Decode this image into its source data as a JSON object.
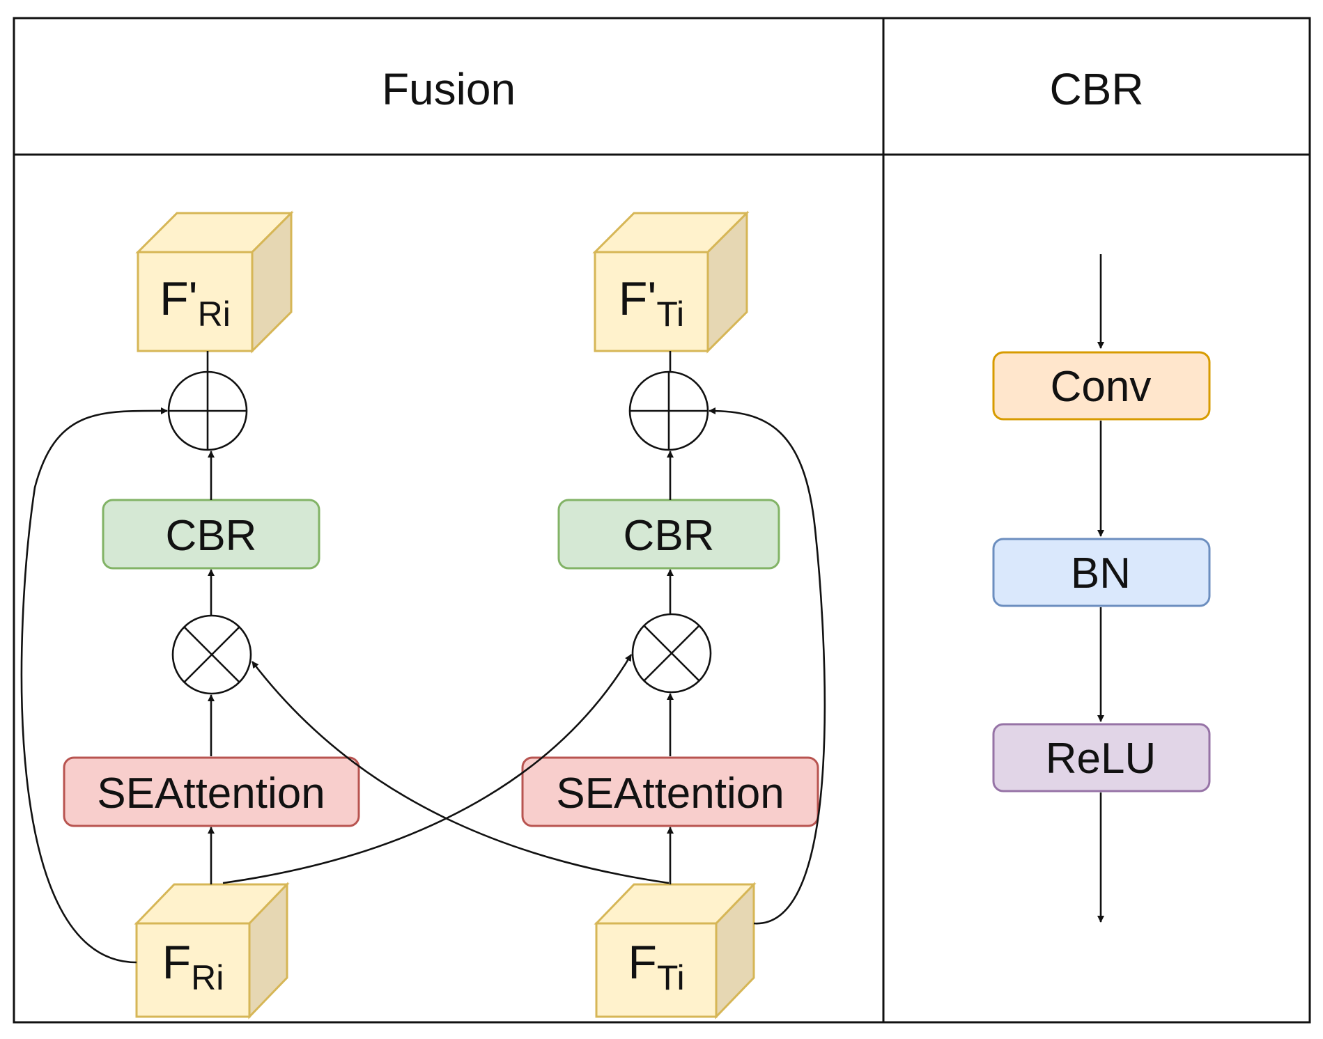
{
  "headers": {
    "fusion": "Fusion",
    "cbr": "CBR"
  },
  "fusion": {
    "left": {
      "output_main": "F'",
      "output_sub": "Ri",
      "cbr_label": "CBR",
      "attention_label": "SEAttention",
      "input_main": "F",
      "input_sub": "Ri"
    },
    "right": {
      "output_main": "F'",
      "output_sub": "Ti",
      "cbr_label": "CBR",
      "attention_label": "SEAttention",
      "input_main": "F",
      "input_sub": "Ti"
    }
  },
  "cbr_block": {
    "steps": [
      "Conv",
      "BN",
      "ReLU"
    ]
  },
  "colors": {
    "cube_front": "#fff2cc",
    "cube_top": "#fff2cc",
    "cube_side": "#e6d7b3",
    "cube_stroke": "#d6b656",
    "cbr_green_fill": "#d5e8d4",
    "cbr_green_stroke": "#82b366",
    "attention_fill": "#f8cecc",
    "attention_stroke": "#b85450",
    "conv_fill": "#ffe6cc",
    "conv_stroke": "#d79b00",
    "bn_fill": "#dae8fc",
    "bn_stroke": "#6c8ebf",
    "relu_fill": "#e1d5e7",
    "relu_stroke": "#9673a6"
  },
  "icons": {
    "add": "circled-plus-icon",
    "multiply": "circled-times-icon"
  }
}
